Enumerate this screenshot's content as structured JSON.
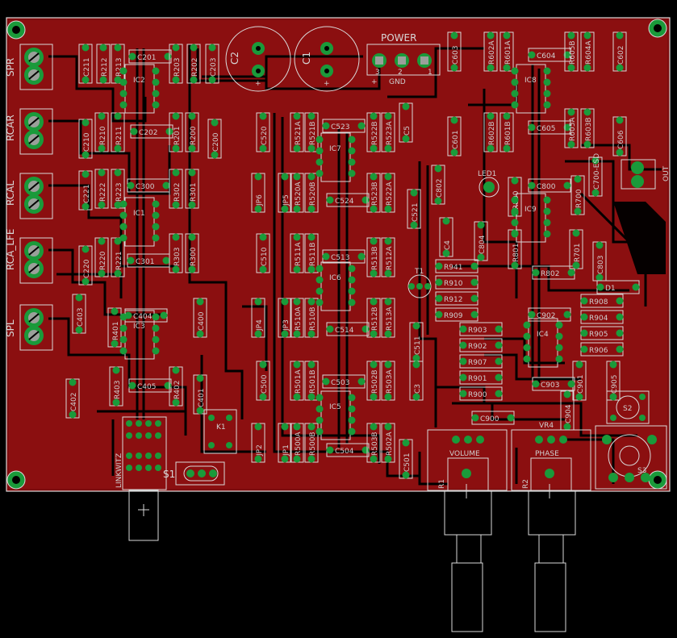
{
  "colors": {
    "background": "#000000",
    "copper": "#8b0f10",
    "trace": "#000000",
    "pad": "#1a9a3a",
    "outline": "#d9d9d9",
    "silk": "#cfcfcf"
  },
  "connector_labels": [
    "SPR",
    "RCAR",
    "RCAL",
    "RCA_LFE",
    "SPL"
  ],
  "top_labels": {
    "power": "POWER",
    "gnd": "GND",
    "pin3": "3",
    "pin2": "2",
    "pin1": "1",
    "plus": "+",
    "c2": "C2",
    "c1": "C1",
    "led1": "LED1",
    "out": "OUT"
  },
  "bottom_labels": {
    "volume": "VOLUME",
    "phase": "PHASE",
    "vr4": "VR4",
    "r1": "R1",
    "r2": "R2",
    "link": "LINKWITZ",
    "s1": "S1",
    "s2": "S2",
    "s3": "S3",
    "k1": "K1"
  },
  "ic_labels": [
    "IC2",
    "IC1",
    "IC3",
    "IC7",
    "IC6",
    "IC5",
    "IC8",
    "IC9",
    "IC4",
    "T1"
  ],
  "component_labels": [
    "C211",
    "R212",
    "R213",
    "C201",
    "R203",
    "R202",
    "C203",
    "C210",
    "R210",
    "R211",
    "C202",
    "R201",
    "R200",
    "C200",
    "C221",
    "R222",
    "R223",
    "C300",
    "R302",
    "R301",
    "C220",
    "R220",
    "R221",
    "C301",
    "R303",
    "R300",
    "C403",
    "C404",
    "R401",
    "C400",
    "C402",
    "R403",
    "C405",
    "R402",
    "C401",
    "C520",
    "R521A",
    "R521B",
    "C523",
    "R522B",
    "R523A",
    "C5",
    "JP6",
    "JP5",
    "R520A",
    "R520B",
    "C524",
    "R523B",
    "R522A",
    "C521",
    "C510",
    "R511A",
    "R511B",
    "C513",
    "R513B",
    "R512A",
    "JP4",
    "JP3",
    "R510A",
    "R510B",
    "C514",
    "R512B",
    "R513A",
    "C511",
    "C500",
    "R501A",
    "R501B",
    "C503",
    "R502B",
    "R503A",
    "C3",
    "JP2",
    "JP1",
    "R500A",
    "R500B",
    "C504",
    "R503B",
    "R502A",
    "C501",
    "C603",
    "R602A",
    "R601A",
    "C604",
    "R605B",
    "R604A",
    "C602",
    "C601",
    "R602B",
    "R601B",
    "C605",
    "R605A",
    "R603B",
    "C606",
    "C802",
    "C4",
    "R800",
    "C800",
    "R700",
    "C700-ESD",
    "C804",
    "R801",
    "R941",
    "R910",
    "R912",
    "R909",
    "C803",
    "R802",
    "C901",
    "D1",
    "R908",
    "R904",
    "R905",
    "R906",
    "C902",
    "R903",
    "R902",
    "R907",
    "R901",
    "R900",
    "C903",
    "C905",
    "C904",
    "C900",
    "R701"
  ]
}
